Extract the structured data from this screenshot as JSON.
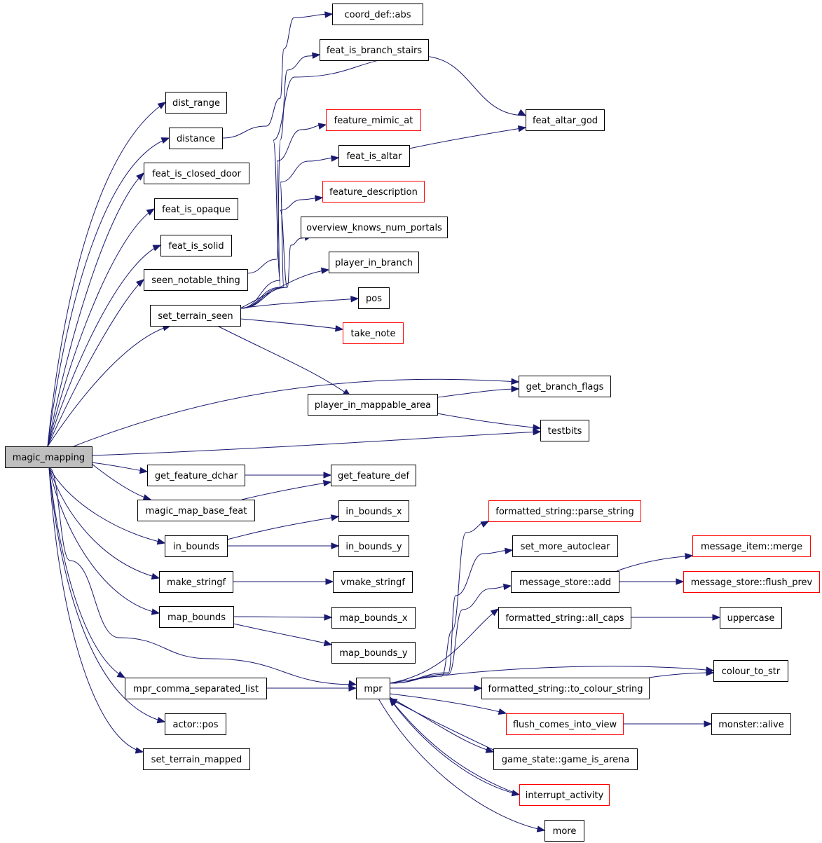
{
  "colors": {
    "edge": "#191970",
    "box": "#000000",
    "truncated_box": "#ff0000",
    "root_fill": "#bfbfbf",
    "text": "#000000"
  },
  "nodes": {
    "magic_mapping": "magic_mapping",
    "coord_def_abs": "coord_def::abs",
    "feat_is_branch_stairs": "feat_is_branch_stairs",
    "dist_range": "dist_range",
    "distance": "distance",
    "feature_mimic_at": "feature_mimic_at",
    "feat_altar_god": "feat_altar_god",
    "feat_is_closed_door": "feat_is_closed_door",
    "feat_is_altar": "feat_is_altar",
    "feature_description": "feature_description",
    "feat_is_opaque": "feat_is_opaque",
    "overview_knows_num_portals": "overview_knows_num_portals",
    "feat_is_solid": "feat_is_solid",
    "player_in_branch": "player_in_branch",
    "seen_notable_thing": "seen_notable_thing",
    "pos": "pos",
    "set_terrain_seen": "set_terrain_seen",
    "take_note": "take_note",
    "get_branch_flags": "get_branch_flags",
    "player_in_mappable_area": "player_in_mappable_area",
    "testbits": "testbits",
    "get_feature_dchar": "get_feature_dchar",
    "get_feature_def": "get_feature_def",
    "magic_map_base_feat": "magic_map_base_feat",
    "in_bounds_x": "in_bounds_x",
    "formatted_string_parse_string": "formatted_string::parse_string",
    "in_bounds": "in_bounds",
    "in_bounds_y": "in_bounds_y",
    "set_more_autoclear": "set_more_autoclear",
    "message_item_merge": "message_item::merge",
    "make_stringf": "make_stringf",
    "vmake_stringf": "vmake_stringf",
    "message_store_add": "message_store::add",
    "message_store_flush_prev": "message_store::flush_prev",
    "map_bounds": "map_bounds",
    "map_bounds_x": "map_bounds_x",
    "formatted_string_all_caps": "formatted_string::all_caps",
    "uppercase": "uppercase",
    "map_bounds_y": "map_bounds_y",
    "colour_to_str": "colour_to_str",
    "mpr_comma_separated_list": "mpr_comma_separated_list",
    "mpr": "mpr",
    "formatted_string_to_colour_string": "formatted_string::to_colour_string",
    "actor_pos": "actor::pos",
    "flush_comes_into_view": "flush_comes_into_view",
    "monster_alive": "monster::alive",
    "set_terrain_mapped": "set_terrain_mapped",
    "game_state_game_is_arena": "game_state::game_is_arena",
    "interrupt_activity": "interrupt_activity",
    "more": "more"
  }
}
